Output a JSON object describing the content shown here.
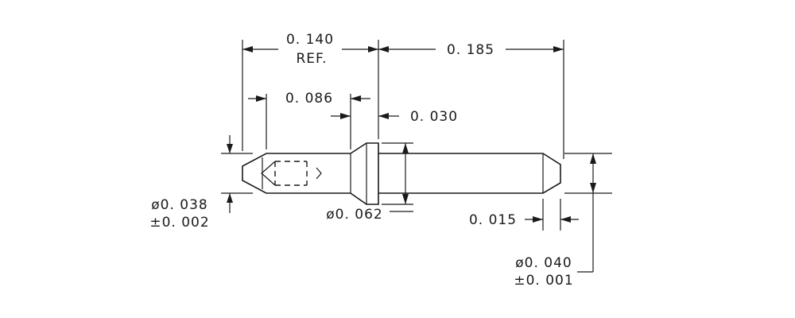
{
  "drawing": {
    "dim_overall_ref": "0. 140",
    "dim_overall_ref_note": "REF.",
    "dim_right_length": "0. 185",
    "dim_tip_length": "0. 086",
    "dim_collar_width": "0. 030",
    "dim_tip_dia": "ø0. 038",
    "dim_tip_dia_tol": "±0. 002",
    "dim_collar_dia": "ø0. 062",
    "dim_chamfer": "0. 015",
    "dim_shank_dia": "ø0. 040",
    "dim_shank_dia_tol": "±0. 001"
  }
}
